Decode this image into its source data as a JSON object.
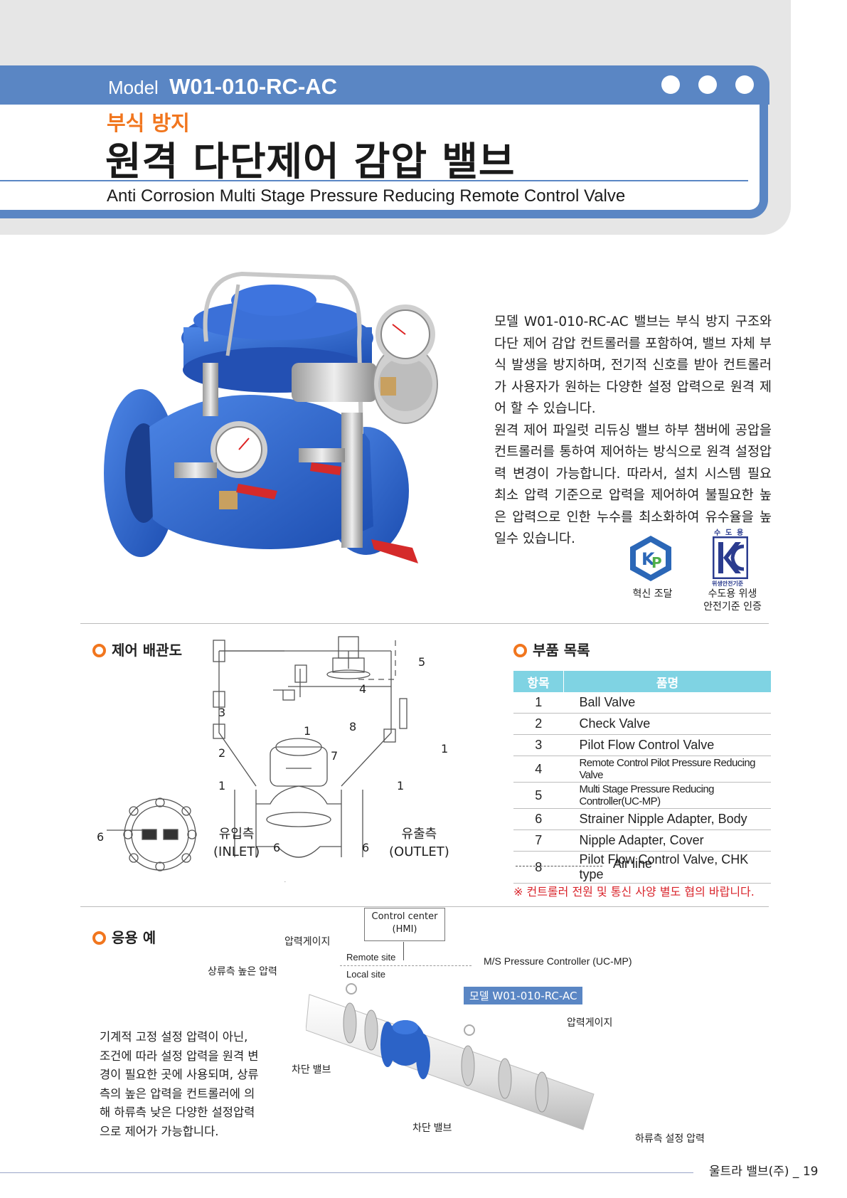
{
  "header": {
    "model_label": "Model",
    "model_code": "W01-010-RC-AC",
    "subtitle_kr": "부식 방지",
    "title_kr": "원격 다단제어 감압 밸브",
    "title_en": "Anti Corrosion Multi Stage Pressure Reducing Remote Control Valve"
  },
  "description": [
    "모델 W01-010-RC-AC 밸브는 부식 방지 구조와 다단 제어 감압 컨트롤러를 포함하여, 밸브 자체 부식 발생을 방지하며, 전기적 신호를 받아 컨트롤러가 사용자가 원하는 다양한 설정 압력으로 원격 제어 할 수 있습니다.",
    "원격 제어 파일럿 리듀싱 밸브 하부 챔버에 공압을 컨트롤러를 통하여 제어하는 방식으로 원격 설정압력 변경이 가능합니다. 따라서, 설치 시스템 필요 최소 압력 기준으로 압력을 제어하여 불필요한 높은 압력으로 인한 누수를 최소화하여 유수율을 높일수 있습니다."
  ],
  "certs": {
    "kip_label": "혁신 조달",
    "kc_top": "수 도 용",
    "kc_bottom": "위생안전기준",
    "kc_label_1": "수도용 위생",
    "kc_label_2": "안전기준 인증"
  },
  "diagram": {
    "section_title": "제어 배관도",
    "inlet_kr": "유입측",
    "inlet_en": "(INLET)",
    "outlet_kr": "유출측",
    "outlet_en": "(OUTLET)",
    "n1": "1",
    "n2": "2",
    "n3": "3",
    "n4": "4",
    "n5": "5",
    "n6": "6",
    "n7": "7",
    "n8": "8"
  },
  "parts": {
    "section_title": "부품 목록",
    "col_item": "항목",
    "col_name": "품명",
    "rows": [
      {
        "no": "1",
        "name": "Ball Valve"
      },
      {
        "no": "2",
        "name": "Check Valve"
      },
      {
        "no": "3",
        "name": "Pilot Flow Control Valve"
      },
      {
        "no": "4",
        "name": "Remote Control Pilot Pressure Reducing Valve"
      },
      {
        "no": "5",
        "name": "Multi Stage Pressure Reducing Controller(UC-MP)"
      },
      {
        "no": "6",
        "name": "Strainer Nipple Adapter, Body"
      },
      {
        "no": "7",
        "name": "Nipple Adapter, Cover"
      },
      {
        "no": "8",
        "name": "Pilot Flow Control Valve, CHK type"
      }
    ],
    "air_line": "Air line",
    "note": "※ 컨트롤러 전원 및 통신 사양 별도 협의 바랍니다."
  },
  "application": {
    "section_title": "응용 예",
    "text": "기계적 고정 설정 압력이 아닌, 조건에 따라 설정 압력을 원격 변경이 필요한 곳에 사용되며, 상류측의 높은 압력을 컨트롤러에 의해 하류측 낮은 다양한 설정압력으로 제어가 가능합니다.",
    "gauge_left": "압력게이지",
    "upstream": "상류측 높은 압력",
    "control_center_1": "Control center",
    "control_center_2": "(HMI)",
    "remote_site": "Remote site",
    "local_site": "Local site",
    "controller": "M/S Pressure Controller (UC-MP)",
    "model_badge": "모델 W01-010-RC-AC",
    "gauge_right": "압력게이지",
    "shutoff_1": "차단 밸브",
    "shutoff_2": "차단 밸브",
    "downstream": "하류측 설정 압력"
  },
  "footer": {
    "text": "울트라 밸브(주) _ 19"
  },
  "colors": {
    "header_blue": "#5a86c4",
    "accent_orange": "#f1761e",
    "table_cyan": "#7fd3e3",
    "note_red": "#d9242b",
    "valve_blue": "#2c63c7"
  }
}
